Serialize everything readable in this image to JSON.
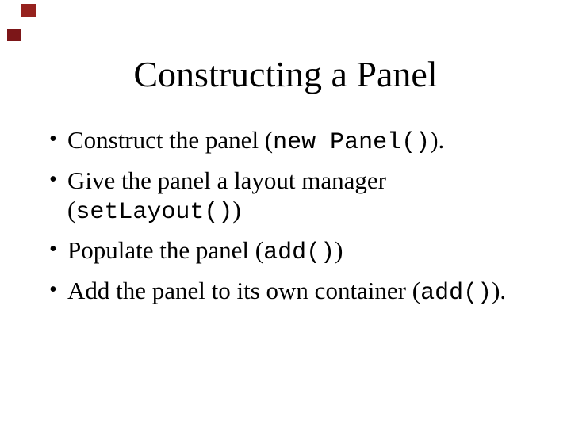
{
  "slide": {
    "title": "Constructing a Panel",
    "bullet_char": "•",
    "bullets": [
      {
        "runs": [
          {
            "text": "Construct the panel ("
          },
          {
            "text": "new Panel()",
            "mono": true
          },
          {
            "text": ")."
          }
        ]
      },
      {
        "runs": [
          {
            "text": "Give the panel a layout manager",
            "wrap_after": true
          },
          {
            "text": "("
          },
          {
            "text": "setLayout()",
            "mono": true
          },
          {
            "text": ")"
          }
        ]
      },
      {
        "runs": [
          {
            "text": "Populate the panel ("
          },
          {
            "text": "add()",
            "mono": true
          },
          {
            "text": ")"
          }
        ]
      },
      {
        "runs": [
          {
            "text": "Add the panel to its own container ("
          },
          {
            "text": "add()",
            "mono": true
          },
          {
            "text": ")."
          }
        ]
      }
    ]
  },
  "colors": {
    "background": "#ffffff",
    "text": "#000000",
    "square_top": "#96221e",
    "square_bottom": "#7c1618"
  }
}
